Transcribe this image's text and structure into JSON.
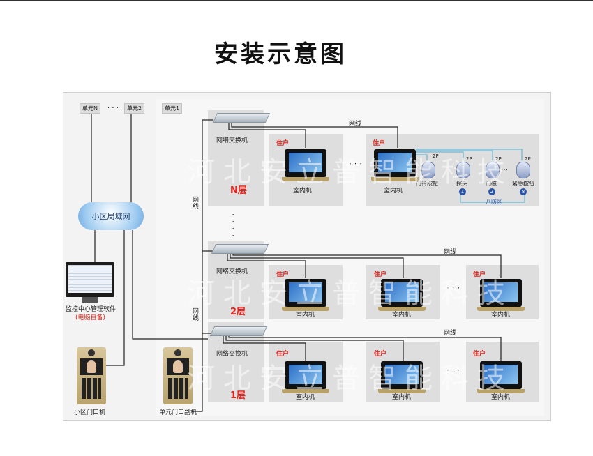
{
  "title": "安装示意图",
  "units": {
    "unit_n": "单元N",
    "dots": "· · ·",
    "unit_2": "单元2",
    "unit_1": "单元1"
  },
  "cloud": "小区局域网",
  "monitoring": {
    "label": "监控中心管理软件",
    "note": "(电脑自备)"
  },
  "community_gate": "小区门口机",
  "unit_gate": "单元门口副机",
  "switch_label": "网络交换机",
  "cable_label": "网线",
  "resident": "住户",
  "indoor_unit": "室内机",
  "floors": {
    "top": "N层",
    "mid": "2层",
    "bottom": "1层"
  },
  "wire_2p": "2P",
  "alarm": {
    "doorbell": "门铃按钮",
    "probe": "探头",
    "door_sensor": "门磁",
    "emergency": "紧急按钮",
    "zone": "八防区",
    "nums": [
      "1",
      "2",
      "8"
    ]
  },
  "watermark": "河北安立普智能科技",
  "colors": {
    "wire": "#222222",
    "alarm_wire": "#6ab7d6",
    "red": "#e3231c"
  }
}
